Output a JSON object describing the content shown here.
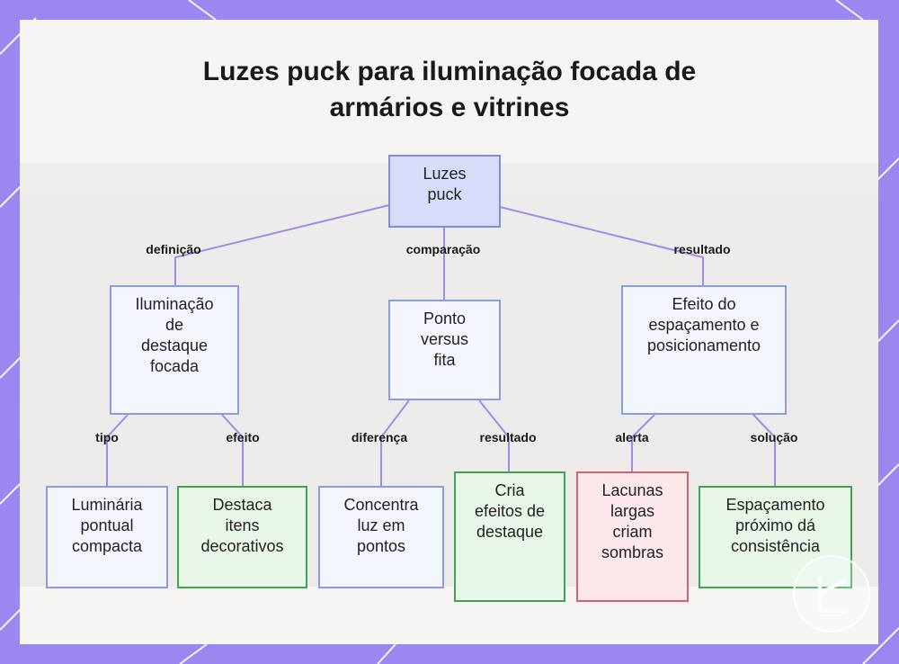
{
  "title_line1": "Luzes puck para iluminação focada de",
  "title_line2": "armários e vitrines",
  "nodes": {
    "root": "Luzes\npuck",
    "definicao": "Iluminação\nde\ndestaque\nfocada",
    "comparacao": "Ponto\nversus\nfita",
    "resultado": "Efeito do\nespaçamento e\nposicionamento",
    "luminaria": "Luminária\npontual\ncompacta",
    "destaca": "Destaca\nitens\ndecorativos",
    "concentra": "Concentra\nluz em\npontos",
    "cria": "Cria\nefeitos de\ndestaque",
    "lacunas": "Lacunas\nlargas\ncriam\nsombras",
    "espacamento": "Espaçamento\npróximo dá\nconsistência"
  },
  "edge_labels": {
    "definicao": "definição",
    "comparacao": "comparação",
    "resultado": "resultado",
    "tipo": "tipo",
    "efeito": "efeito",
    "diferenca": "diferença",
    "resultado2": "resultado",
    "alerta": "alerta",
    "solucao": "solução"
  },
  "colors": {
    "frame": "#9c86f0",
    "edge": "#a48ae8",
    "node_border": "#8c9ce0",
    "green_border": "#3ea54a",
    "red_border": "#d8606e"
  }
}
